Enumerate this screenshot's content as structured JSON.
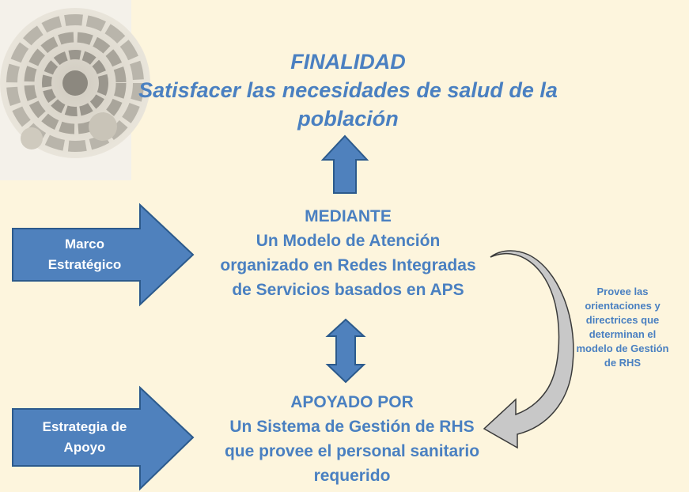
{
  "finalidad": {
    "heading": "FINALIDAD",
    "line1": "Satisfacer las necesidades de salud de la",
    "line2": "población"
  },
  "mediante": {
    "heading": "MEDIANTE",
    "line1": "Un Modelo de Atención",
    "line2": "organizado en Redes Integradas",
    "line3": "de Servicios basados en APS"
  },
  "apoyado": {
    "heading": "APOYADO POR",
    "line1": "Un Sistema de Gestión de RHS",
    "line2": "que provee el personal sanitario",
    "line3": "requerido"
  },
  "arrows": {
    "marco_line1": "Marco",
    "marco_line2": "Estratégico",
    "estrategia_line1": "Estrategia de",
    "estrategia_line2": "Apoyo"
  },
  "side_note": {
    "line1": "Provee las",
    "line2": "orientaciones y",
    "line3": "directrices que",
    "line4": "determinan el",
    "line5": "modelo de Gestión",
    "line6": "de RHS"
  },
  "colors": {
    "background": "#fdf5dd",
    "text_blue": "#4a80c1",
    "arrow_fill": "#4f81bd",
    "arrow_stroke": "#2c5a8c",
    "curved_arrow": "#c8c8c8"
  }
}
